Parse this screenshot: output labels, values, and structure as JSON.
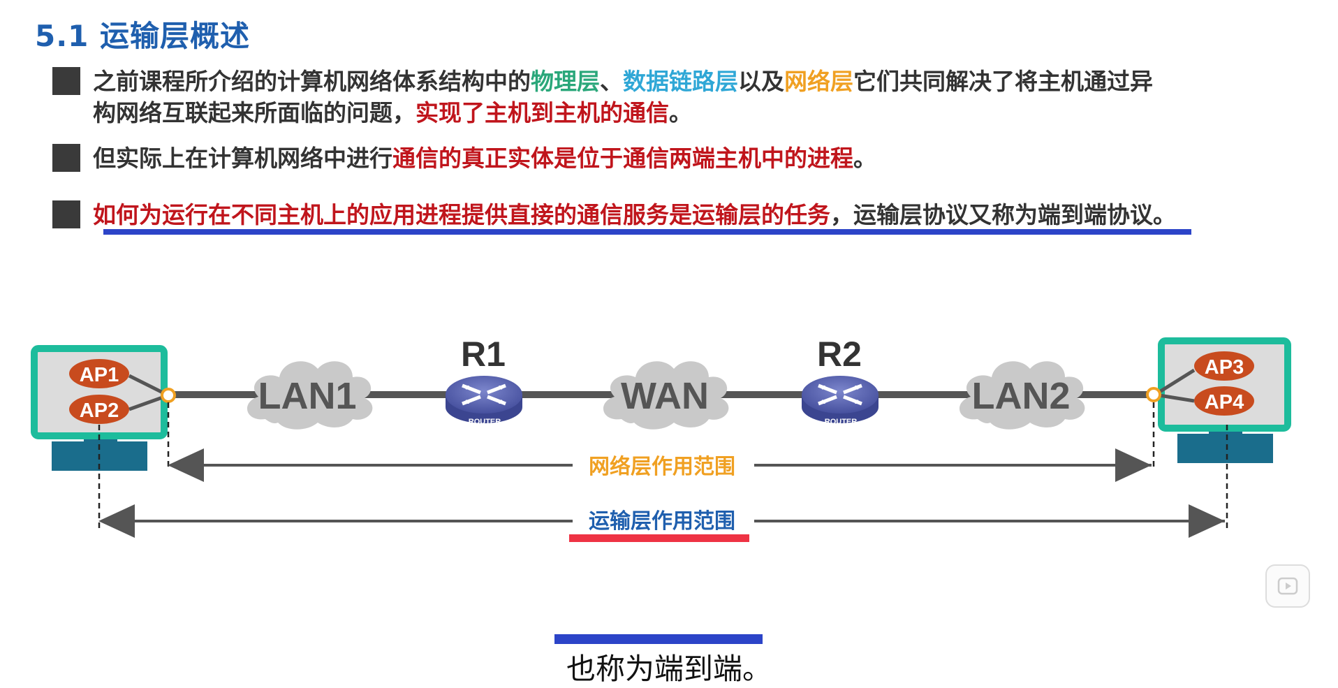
{
  "slide": {
    "title": "5.1 运输层概述",
    "bullets": [
      {
        "parts": [
          "之前课程所介绍的计算机网络体系结构中的",
          "物理层",
          "、",
          "数据链路层",
          "以及",
          "网络层",
          "它们共同解决了将主机通过异",
          "构网络互联起来所面临的问题，",
          "实现了主机到主机的通信",
          "。"
        ]
      },
      {
        "parts": [
          "但实际上在计算机网络中进行",
          "通信的真正实体是位于通信两端主机中的进程",
          "。"
        ]
      },
      {
        "parts": [
          "如何为运行在不同主机上的应用进程提供直接的通信服务是运输层的任务",
          "，运输层协议又称为端到端协议。"
        ]
      }
    ]
  },
  "diagram": {
    "left_host": {
      "processes": [
        "AP1",
        "AP2"
      ]
    },
    "right_host": {
      "processes": [
        "AP3",
        "AP4"
      ]
    },
    "clouds": [
      "LAN1",
      "WAN",
      "LAN2"
    ],
    "routers": [
      {
        "name": "R1",
        "caption": "ROUTER"
      },
      {
        "name": "R2",
        "caption": "ROUTER"
      }
    ],
    "network_scope_label": "网络层作用范围",
    "transport_scope_label": "运输层作用范围"
  },
  "subtitle": "也称为端到端。",
  "colors": {
    "title": "#1f5fae",
    "green": "#2aa77a",
    "cyan": "#2fa7d6",
    "orange": "#f0a022",
    "red": "#c0151c",
    "host_frame": "#1dbc9c",
    "process": "#c84b1e",
    "router": "#5d68b4",
    "cloud": "#c9c9c9",
    "underline": "#2c44c8",
    "highlight_bar": "#ee3344"
  },
  "icons": {
    "host": "computer-monitor-icon",
    "router": "router-icon",
    "cloud": "cloud-icon",
    "play": "play-icon"
  }
}
